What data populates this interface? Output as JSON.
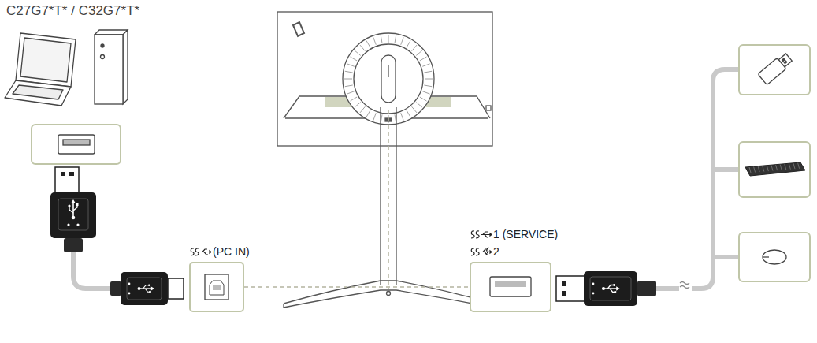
{
  "diagram": {
    "title": "C27G7*T* / C32G7*T*",
    "nodes": [
      {
        "text": [
          "(PC IN)"
        ]
      },
      {
        "text": [
          "1 (SERVICE)",
          "2"
        ]
      }
    ],
    "edges": [
      {
        "from": 0,
        "to": 1,
        "arrow": "none"
      }
    ]
  }
}
